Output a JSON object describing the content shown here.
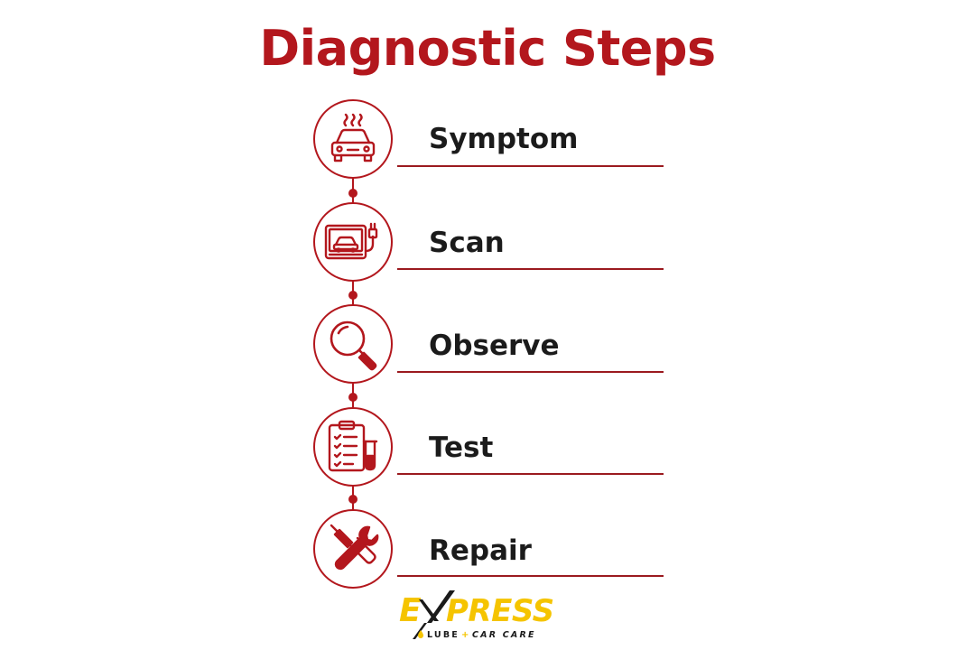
{
  "title": "Diagnostic Steps",
  "accent_color": "#b3171d",
  "steps": [
    {
      "label": "Symptom",
      "icon": "car-heat-icon"
    },
    {
      "label": "Scan",
      "icon": "scan-tool-icon"
    },
    {
      "label": "Observe",
      "icon": "magnifier-icon"
    },
    {
      "label": "Test",
      "icon": "clipboard-test-tube-icon"
    },
    {
      "label": "Repair",
      "icon": "wrench-screwdriver-icon"
    }
  ],
  "logo": {
    "wordmark": "EXPRESS",
    "tagline": "LUBE + CAR CARE",
    "colors": {
      "yellow": "#f5c400",
      "black": "#1a1a1a"
    }
  }
}
